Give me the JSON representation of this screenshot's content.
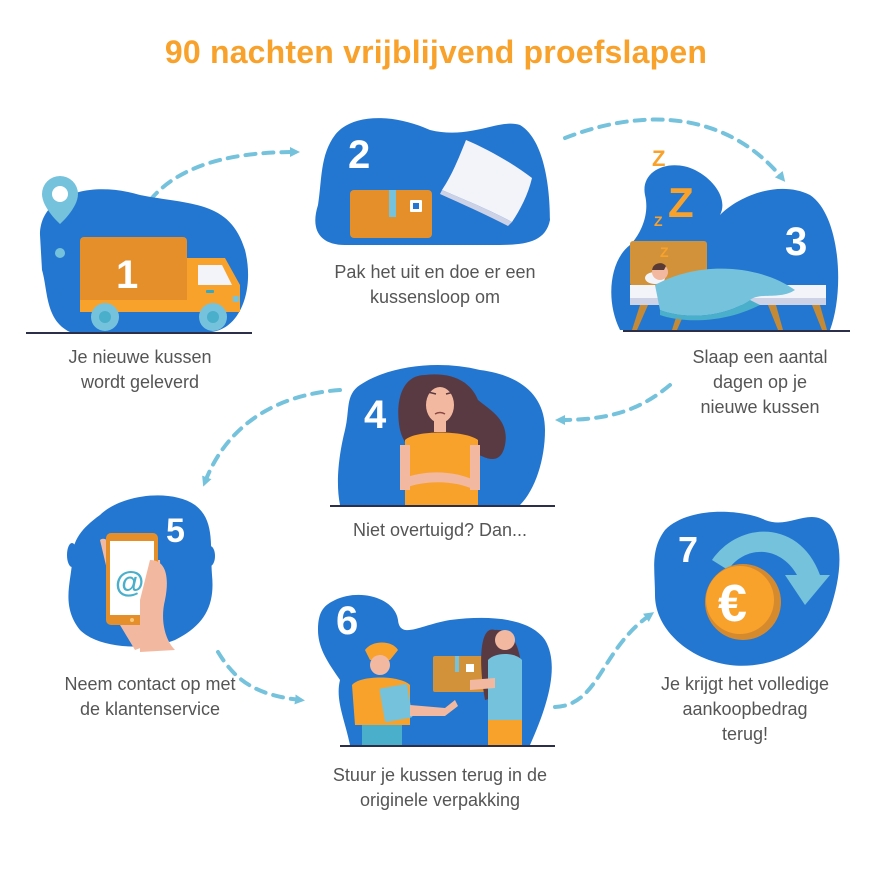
{
  "header": {
    "title": "90 nachten vrijblijvend proefslapen"
  },
  "colors": {
    "title": "#F8A22C",
    "blob": "#2477D0",
    "arrow": "#75C2DC",
    "orange": "#F8A22C",
    "orange_dark": "#E58F2A",
    "caption": "#555555"
  },
  "steps": [
    {
      "number": "1",
      "icon": "delivery-truck-icon",
      "caption_lines": [
        "Je nieuwe kussen",
        "wordt geleverd"
      ]
    },
    {
      "number": "2",
      "icon": "package-pillow-icon",
      "caption_lines": [
        "Pak het uit en doe er een",
        "kussensloop om"
      ]
    },
    {
      "number": "3",
      "icon": "sleeping-bed-icon",
      "caption_lines": [
        "Slaap een aantal",
        "dagen op je",
        "nieuwe kussen"
      ]
    },
    {
      "number": "4",
      "icon": "unconvinced-woman-icon",
      "caption_lines": [
        "Niet overtuigd? Dan..."
      ]
    },
    {
      "number": "5",
      "icon": "phone-email-icon",
      "caption_lines": [
        "Neem contact op met",
        "de klantenservice"
      ]
    },
    {
      "number": "6",
      "icon": "return-package-icon",
      "caption_lines": [
        "Stuur je kussen terug in de",
        "originele verpakking"
      ]
    },
    {
      "number": "7",
      "icon": "euro-refund-icon",
      "caption_lines": [
        "Je krijgt het volledige",
        "aankoopbedrag",
        "terug!"
      ]
    }
  ],
  "icons": {
    "euro_symbol": "€",
    "at_symbol": "@",
    "z_small": "Z",
    "z_big": "Z"
  }
}
